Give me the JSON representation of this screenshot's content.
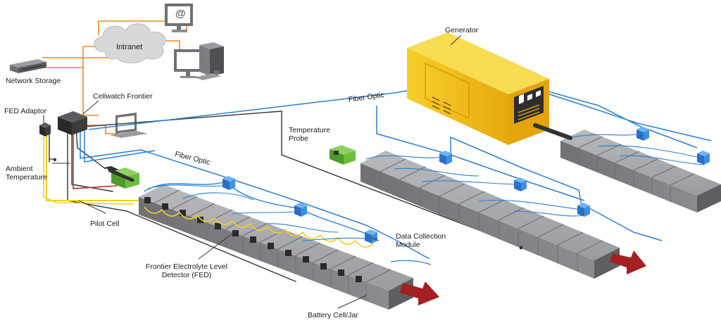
{
  "labels": {
    "intranet": "Intranet",
    "network_storage": "Network Storage",
    "cellwatch_frontier": "Cellwatch Frontier",
    "fed_adaptor": "FED Adaptor",
    "ambient_temperature": [
      "Ambient",
      "Temperature"
    ],
    "pilot_cell": "Pilot Cell",
    "fiber_optic_top": "Fiber Optic",
    "fiber_optic_mid": "Fiber Optic",
    "temperature_probe": [
      "Temperature",
      "Probe"
    ],
    "generator": "Generator",
    "data_collection_module": [
      "Data Collection",
      "Module"
    ],
    "fed_detector": [
      "Frontier Electrolyte Level",
      "Detector (FED)"
    ],
    "battery_cell": "Battery Cell/Jar",
    "email_glyph": "@"
  },
  "colors": {
    "network_line": "#f08c1e",
    "fiber": "#2a7fd4",
    "cable_dark": "#333333",
    "cable_red": "#c0282d",
    "cable_yellow": "#f2cf1f",
    "generator": "#f5c217",
    "battery": "#8d8f92",
    "module": "#2f7fd8",
    "fed": "#5bb030",
    "arrow": "#a41e22"
  }
}
